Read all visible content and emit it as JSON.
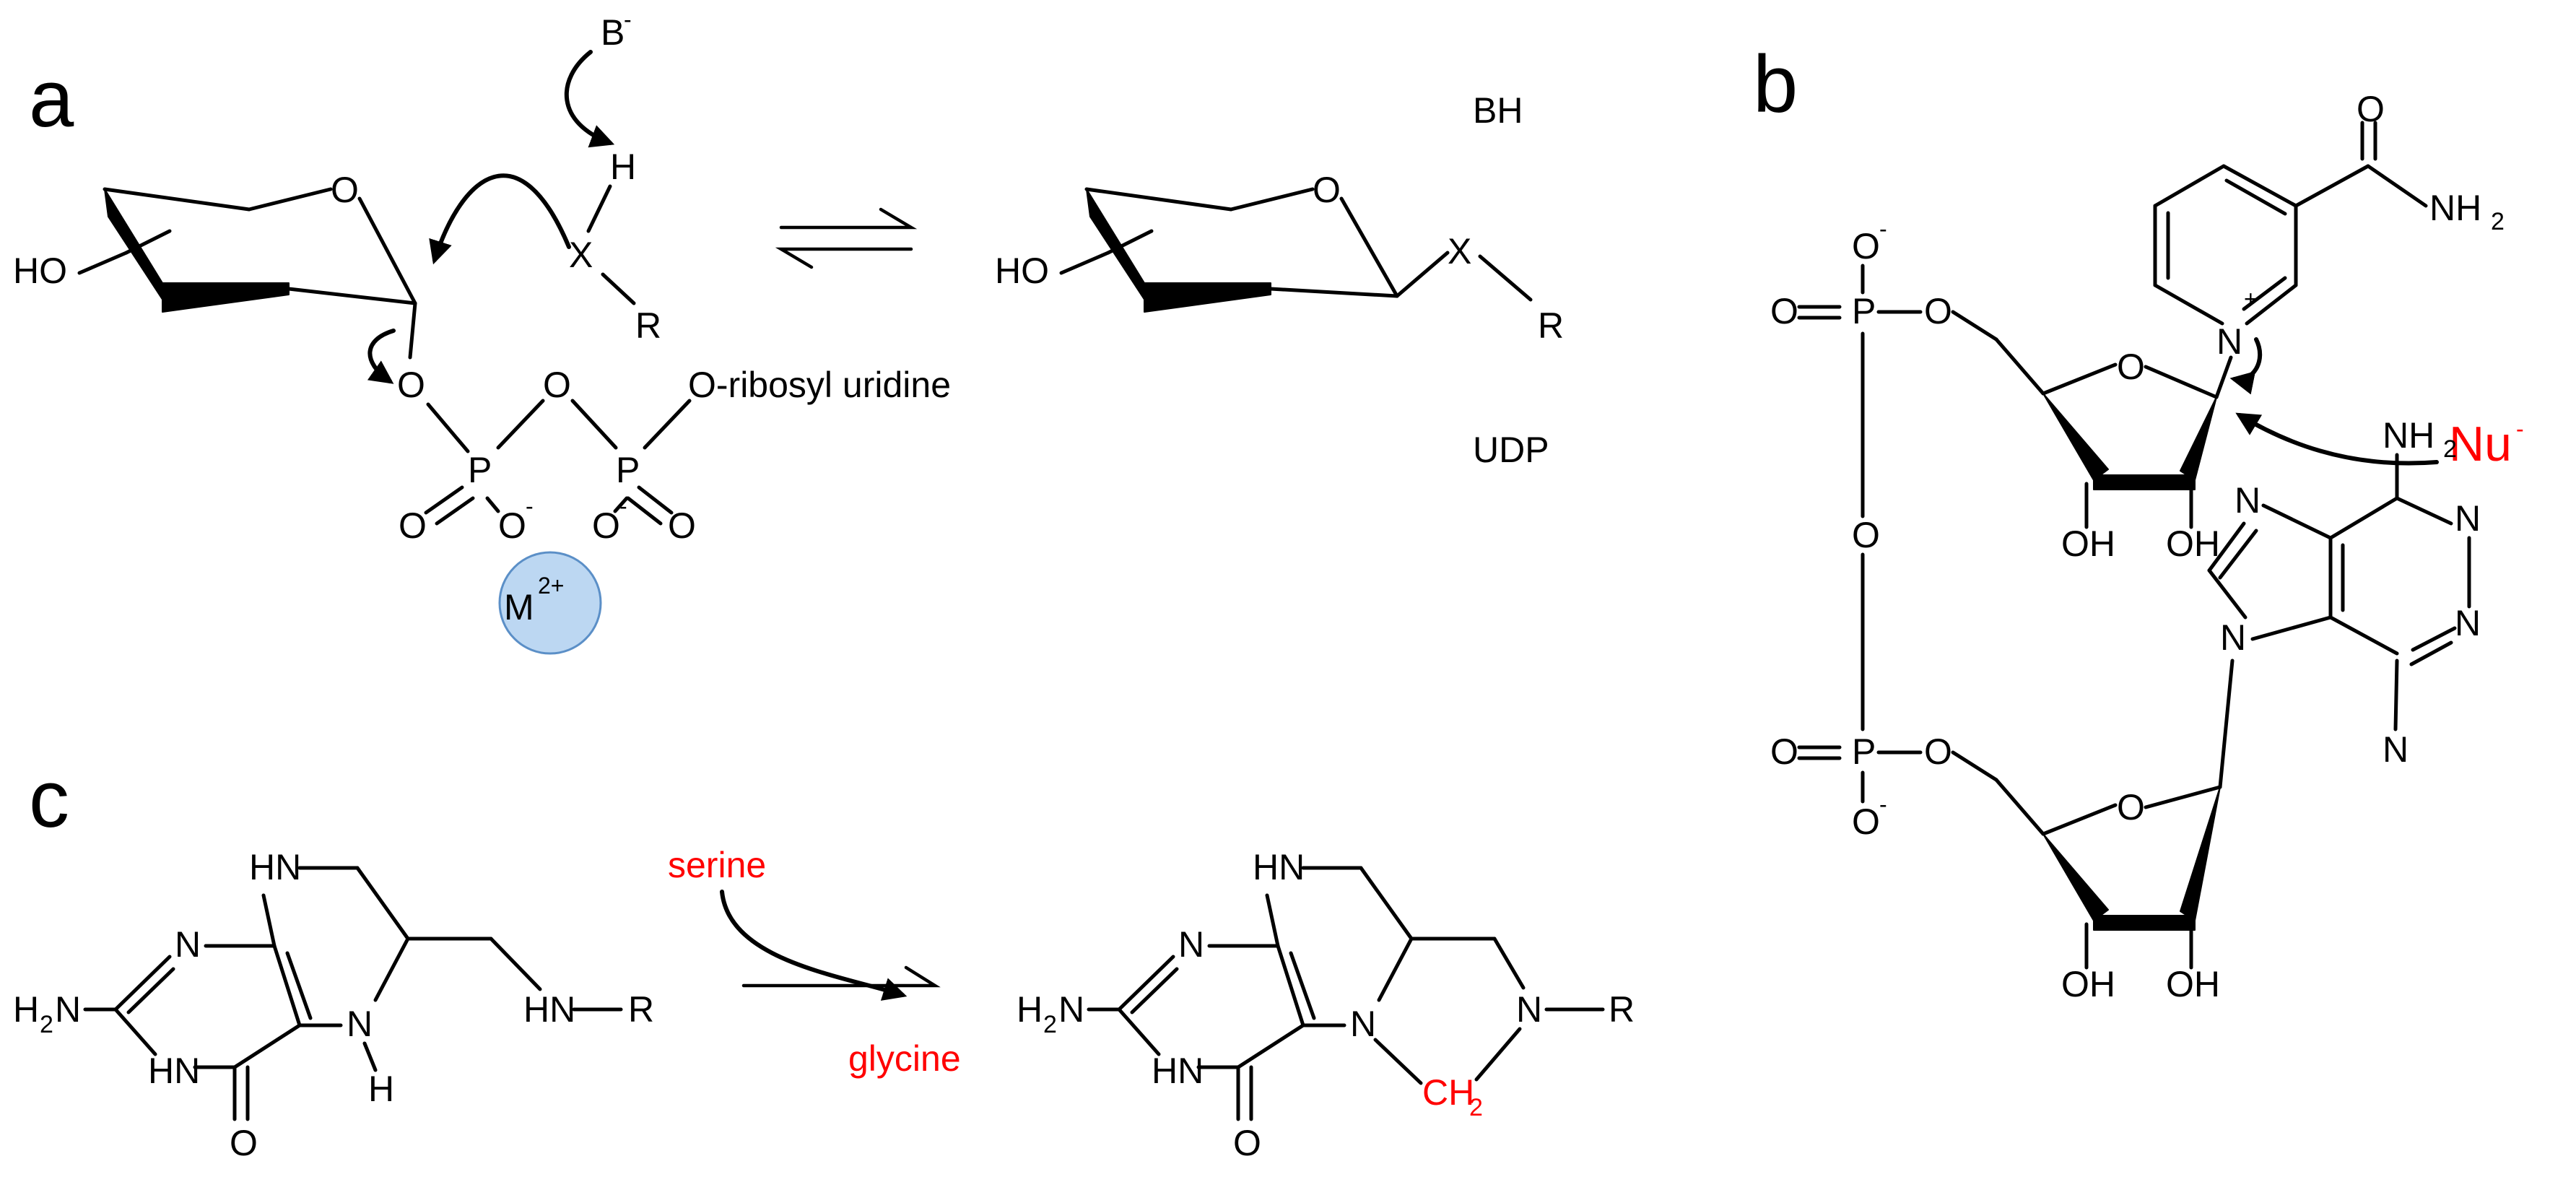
{
  "panels": {
    "a": {
      "label": "a",
      "base": "B",
      "base_charge": "-",
      "protonated_base": "BH",
      "leaving_group": "UDP",
      "hydroxyl": "HO",
      "ring_oxygen": "O",
      "nucleophile_h": "H",
      "nucleophile_x": "X",
      "substituent_r": "R",
      "phosphorus": "P",
      "oxygen": "O",
      "minus": "-",
      "ribosyl": "O-ribosyl uridine",
      "metal": "M",
      "metal_charge": "2+"
    },
    "b": {
      "label": "b",
      "oxygen": "O",
      "phosphorus": "P",
      "minus": "-",
      "nitrogen": "N",
      "plus": "+",
      "amide_nh": "NH",
      "sub2": "2",
      "hydroxyl": "OH",
      "amino": "NH",
      "nucleophile": "Nu",
      "nucleophile_charge": "-"
    },
    "c": {
      "label": "c",
      "amine_left": "H",
      "amine_n": "N",
      "sub2": "2",
      "ring_n": "N",
      "ring_hn": "HN",
      "ring_nh_h": "H",
      "carbonyl_o": "O",
      "side_hn": "HN",
      "substituent_r": "R",
      "serine": "serine",
      "glycine": "glycine",
      "methylene": "CH",
      "bridge_n": "N"
    }
  },
  "colors": {
    "ink": "#000000",
    "highlight": "#ff0000",
    "metal_fill": "#bcd7f2",
    "metal_stroke": "#5b8fc7"
  }
}
